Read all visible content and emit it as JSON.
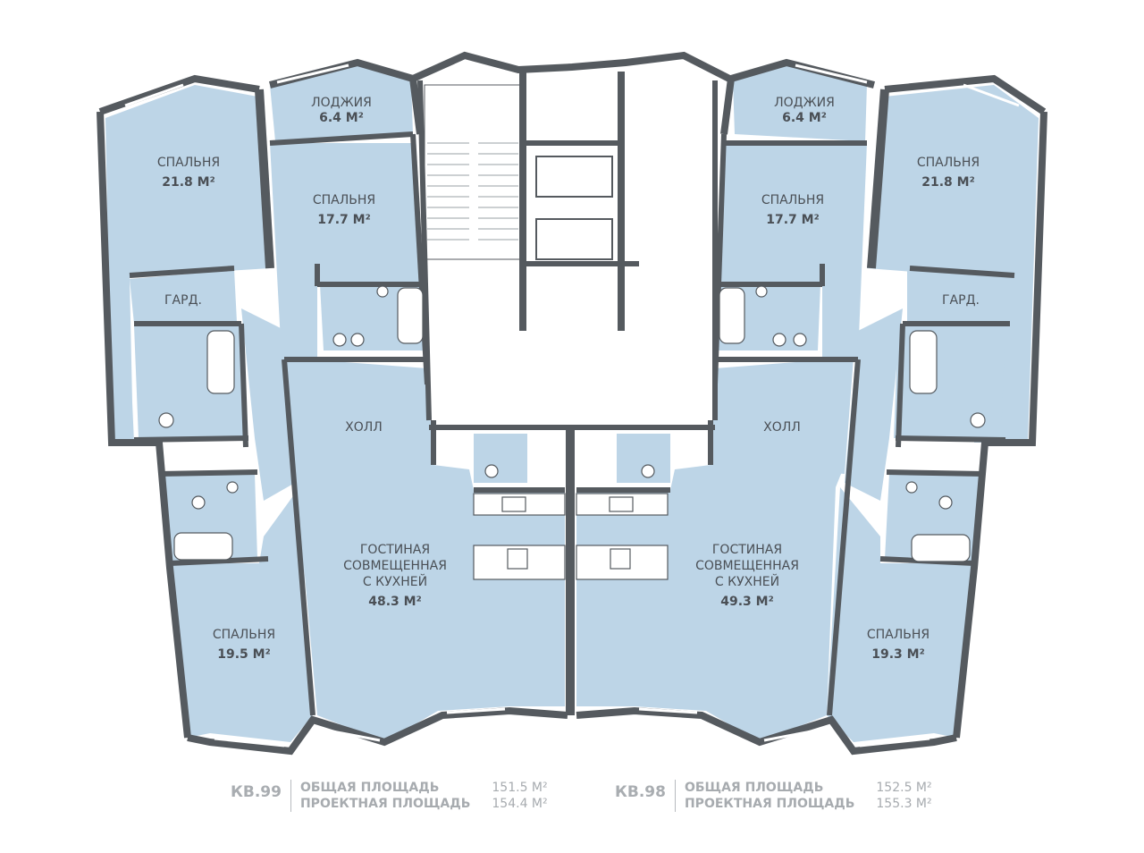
{
  "rooms": {
    "loggia_left": {
      "label": "ЛОДЖИЯ",
      "area": "6.4 М²"
    },
    "loggia_right": {
      "label": "ЛОДЖИЯ",
      "area": "6.4 М²"
    },
    "bed_ul": {
      "label": "СПАЛЬНЯ",
      "area": "21.8 М²"
    },
    "bed_ul2": {
      "label": "СПАЛЬНЯ",
      "area": "17.7 М²"
    },
    "bed_ur2": {
      "label": "СПАЛЬНЯ",
      "area": "17.7 М²"
    },
    "bed_ur": {
      "label": "СПАЛЬНЯ",
      "area": "21.8 М²"
    },
    "gard_left": {
      "label": "ГАРД."
    },
    "gard_right": {
      "label": "ГАРД."
    },
    "hall_left": {
      "label": "ХОЛЛ"
    },
    "hall_right": {
      "label": "ХОЛЛ"
    },
    "living_left": {
      "line1": "ГОСТИНАЯ",
      "line2": "СОВМЕЩЕННАЯ",
      "line3": "С КУХНЕЙ",
      "area": "48.3 М²"
    },
    "living_right": {
      "line1": "ГОСТИНАЯ",
      "line2": "СОВМЕЩЕННАЯ",
      "line3": "С КУХНЕЙ",
      "area": "49.3 М²"
    },
    "bed_ll": {
      "label": "СПАЛЬНЯ",
      "area": "19.5 М²"
    },
    "bed_lr": {
      "label": "СПАЛЬНЯ",
      "area": "19.3 М²"
    }
  },
  "apartments": [
    {
      "number": "КВ.99",
      "total_label": "ОБЩАЯ ПЛОЩАДЬ",
      "total_value": "151.5 М²",
      "project_label": "ПРОЕКТНАЯ ПЛОЩАДЬ",
      "project_value": "154.4 М²"
    },
    {
      "number": "КВ.98",
      "total_label": "ОБЩАЯ ПЛОЩАДЬ",
      "total_value": "152.5 М²",
      "project_label": "ПРОЕКТНАЯ ПЛОЩАДЬ",
      "project_value": "155.3 М²"
    }
  ],
  "colors": {
    "room_fill": "#bdd5e7",
    "wall": "#555a5f",
    "window": "#ffffff",
    "text": "#4a4f55",
    "muted": "#a7abaf"
  }
}
